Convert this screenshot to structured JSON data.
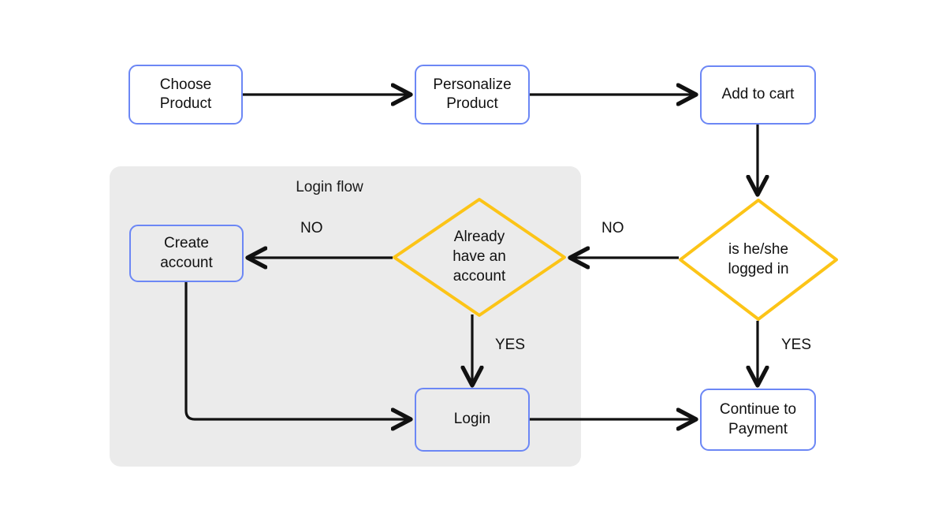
{
  "diagram": {
    "title_visible": false,
    "background": "#ffffff",
    "colors": {
      "process_border": "#6c87f5",
      "decision_border": "#fcc417",
      "group_fill": "#ebebeb",
      "edge": "#111111",
      "text": "#111111"
    },
    "group": {
      "label": "Login flow"
    },
    "nodes": [
      {
        "id": "choose-product",
        "type": "process",
        "label": "Choose\nProduct"
      },
      {
        "id": "personalize",
        "type": "process",
        "label": "Personalize\nProduct"
      },
      {
        "id": "add-to-cart",
        "type": "process",
        "label": "Add to cart"
      },
      {
        "id": "is-logged-in",
        "type": "decision",
        "label": "is he/she\nlogged in"
      },
      {
        "id": "already-account",
        "type": "decision",
        "label": "Already\nhave an\naccount"
      },
      {
        "id": "create-account",
        "type": "process",
        "label": "Create\naccount"
      },
      {
        "id": "login",
        "type": "process",
        "label": "Login"
      },
      {
        "id": "continue-payment",
        "type": "process",
        "label": "Continue to\nPayment"
      }
    ],
    "edges": [
      {
        "id": "e1",
        "from": "choose-product",
        "to": "personalize",
        "label": ""
      },
      {
        "id": "e2",
        "from": "personalize",
        "to": "add-to-cart",
        "label": ""
      },
      {
        "id": "e3",
        "from": "add-to-cart",
        "to": "is-logged-in",
        "label": ""
      },
      {
        "id": "e4",
        "from": "is-logged-in",
        "to": "already-account",
        "label": "NO"
      },
      {
        "id": "e5",
        "from": "is-logged-in",
        "to": "continue-payment",
        "label": "YES"
      },
      {
        "id": "e6",
        "from": "already-account",
        "to": "create-account",
        "label": "NO"
      },
      {
        "id": "e7",
        "from": "already-account",
        "to": "login",
        "label": "YES"
      },
      {
        "id": "e8",
        "from": "create-account",
        "to": "login",
        "label": ""
      },
      {
        "id": "e9",
        "from": "login",
        "to": "continue-payment",
        "label": ""
      }
    ]
  }
}
